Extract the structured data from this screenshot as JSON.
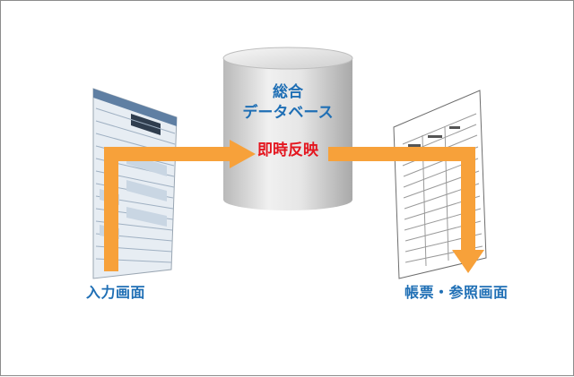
{
  "database": {
    "line1": "総合",
    "line2": "データベース",
    "status": "即時反映"
  },
  "input_screen": {
    "label": "入力画面"
  },
  "output_screen": {
    "label": "帳票・参照画面"
  },
  "colors": {
    "arrow": "#f7a13a",
    "blue_text": "#1f6fb5",
    "red_text": "#e4161f",
    "frame": "#8c8c8c"
  }
}
